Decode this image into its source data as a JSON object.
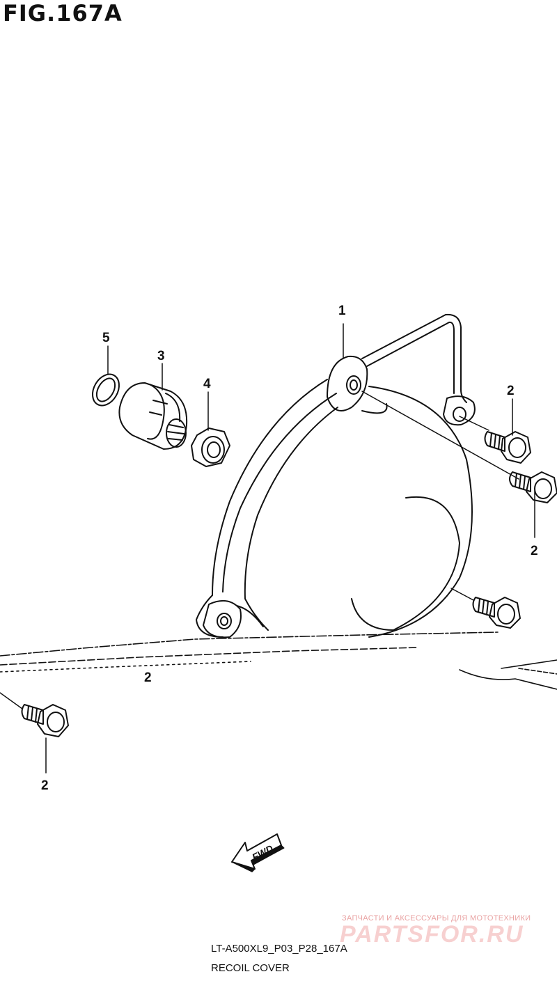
{
  "figure": {
    "title": "FIG.167A"
  },
  "callouts": {
    "c1": "1",
    "c2a": "2",
    "c2b": "2",
    "c2c": "2",
    "c2d": "2",
    "c3": "3",
    "c4": "4",
    "c5": "5"
  },
  "fwd_arrow": {
    "label": "FWD"
  },
  "footer": {
    "model_code": "LT-A500XL9_P03_P28_167A",
    "section_name": "RECOIL COVER"
  },
  "watermark": {
    "tagline": "ЗАПЧАСТИ И АКСЕССУАРЫ ДЛЯ МОТОТЕХНИКИ",
    "brand": "PARTSFOR.RU"
  }
}
